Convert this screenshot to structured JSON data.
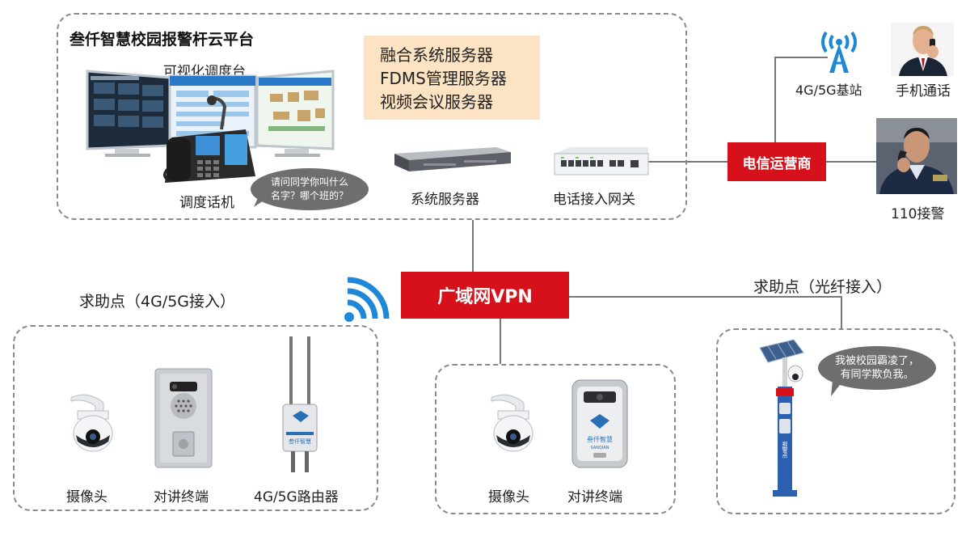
{
  "platform": {
    "title": "叁仟智慧校园报警杆云平台",
    "servers": [
      "融合系统服务器",
      "FDMS管理服务器",
      "视频会议服务器"
    ],
    "console_label": "可视化调度台",
    "phone_label": "调度话机",
    "phone_bubble": [
      "请问同学你叫什么",
      "名字？哪个班的？"
    ],
    "server_label": "系统服务器",
    "gateway_label": "电话接入网关"
  },
  "telecom": {
    "label": "电信运营商",
    "base_station_label": "4G/5G基站",
    "mobile_label": "手机通话",
    "police_label": "110接警"
  },
  "wan": {
    "label": "广域网VPN"
  },
  "help_4g": {
    "title": "求助点（4G/5G接入）",
    "items": [
      "摄像头",
      "对讲终端",
      "4G/5G路由器"
    ],
    "router_brand": "叁仟智慧"
  },
  "help_mid": {
    "items": [
      "摄像头",
      "对讲终端"
    ],
    "intercom_brand": "叁仟智慧",
    "intercom_brand_en": "SANQIAN"
  },
  "help_fiber": {
    "title": "求助点（光纤接入）",
    "bubble": [
      "我被校园霸凌了，",
      "有同学欺负我。"
    ],
    "pole_text": "报警点"
  },
  "colors": {
    "accent_red": "#d7111b",
    "server_box": "#fbe3c3",
    "dash_border": "#8a8a8a",
    "wifi_blue": "#1e88d6"
  }
}
